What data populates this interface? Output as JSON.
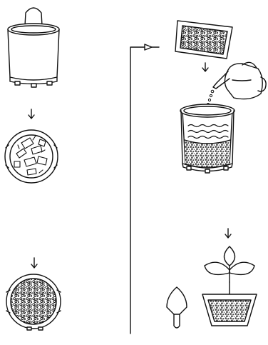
{
  "figure": {
    "left_column": [
      {
        "step": "bucket",
        "icon": "bucket-icon"
      },
      {
        "step": "pot-bottom-with-slotted-pieces",
        "icon": "pot-bottom-pieces-icon"
      },
      {
        "step": "pot-bottom-covered-with-pellets",
        "icon": "pot-bottom-pellets-icon"
      }
    ],
    "right_column": [
      {
        "step": "seed-packet",
        "icon": "seed-packet-icon"
      },
      {
        "step": "watering-can-pouring-into-pot",
        "icon": "watering-can-icon"
      },
      {
        "step": "pot-with-soil-and-water",
        "icon": "pot-with-water-icon"
      },
      {
        "step": "seedling-in-planter",
        "icon": "seedling-icon"
      },
      {
        "step": "trowel",
        "icon": "trowel-icon"
      }
    ],
    "colors": {
      "line": "#111111",
      "fill": "#ffffff",
      "soil": "#555555"
    }
  }
}
